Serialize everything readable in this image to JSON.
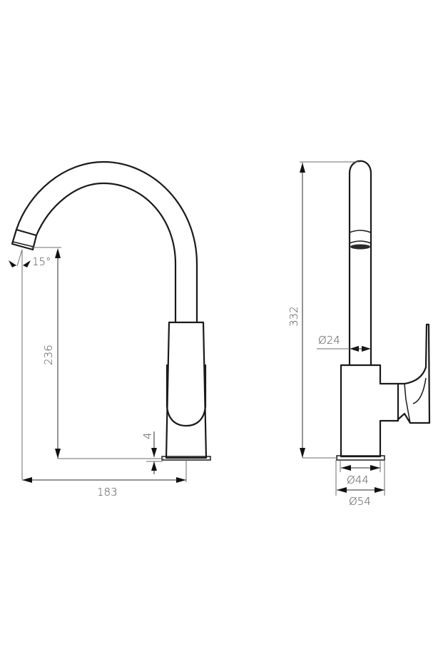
{
  "drawing": {
    "title": "Kitchen faucet technical drawing",
    "colors": {
      "background": "#ffffff",
      "outline": "#1a1a1a",
      "dimension_line": "#6e6e6e",
      "dimension_text": "#4a4a4a"
    },
    "side_view": {
      "dimensions": {
        "spout_angle": "15°",
        "spout_height": "236",
        "base_thickness": "4",
        "spout_reach": "183"
      }
    },
    "front_view": {
      "dimensions": {
        "total_height": "332",
        "spout_diameter": "Ø24",
        "body_diameter": "Ø44",
        "base_diameter": "Ø54"
      }
    }
  }
}
